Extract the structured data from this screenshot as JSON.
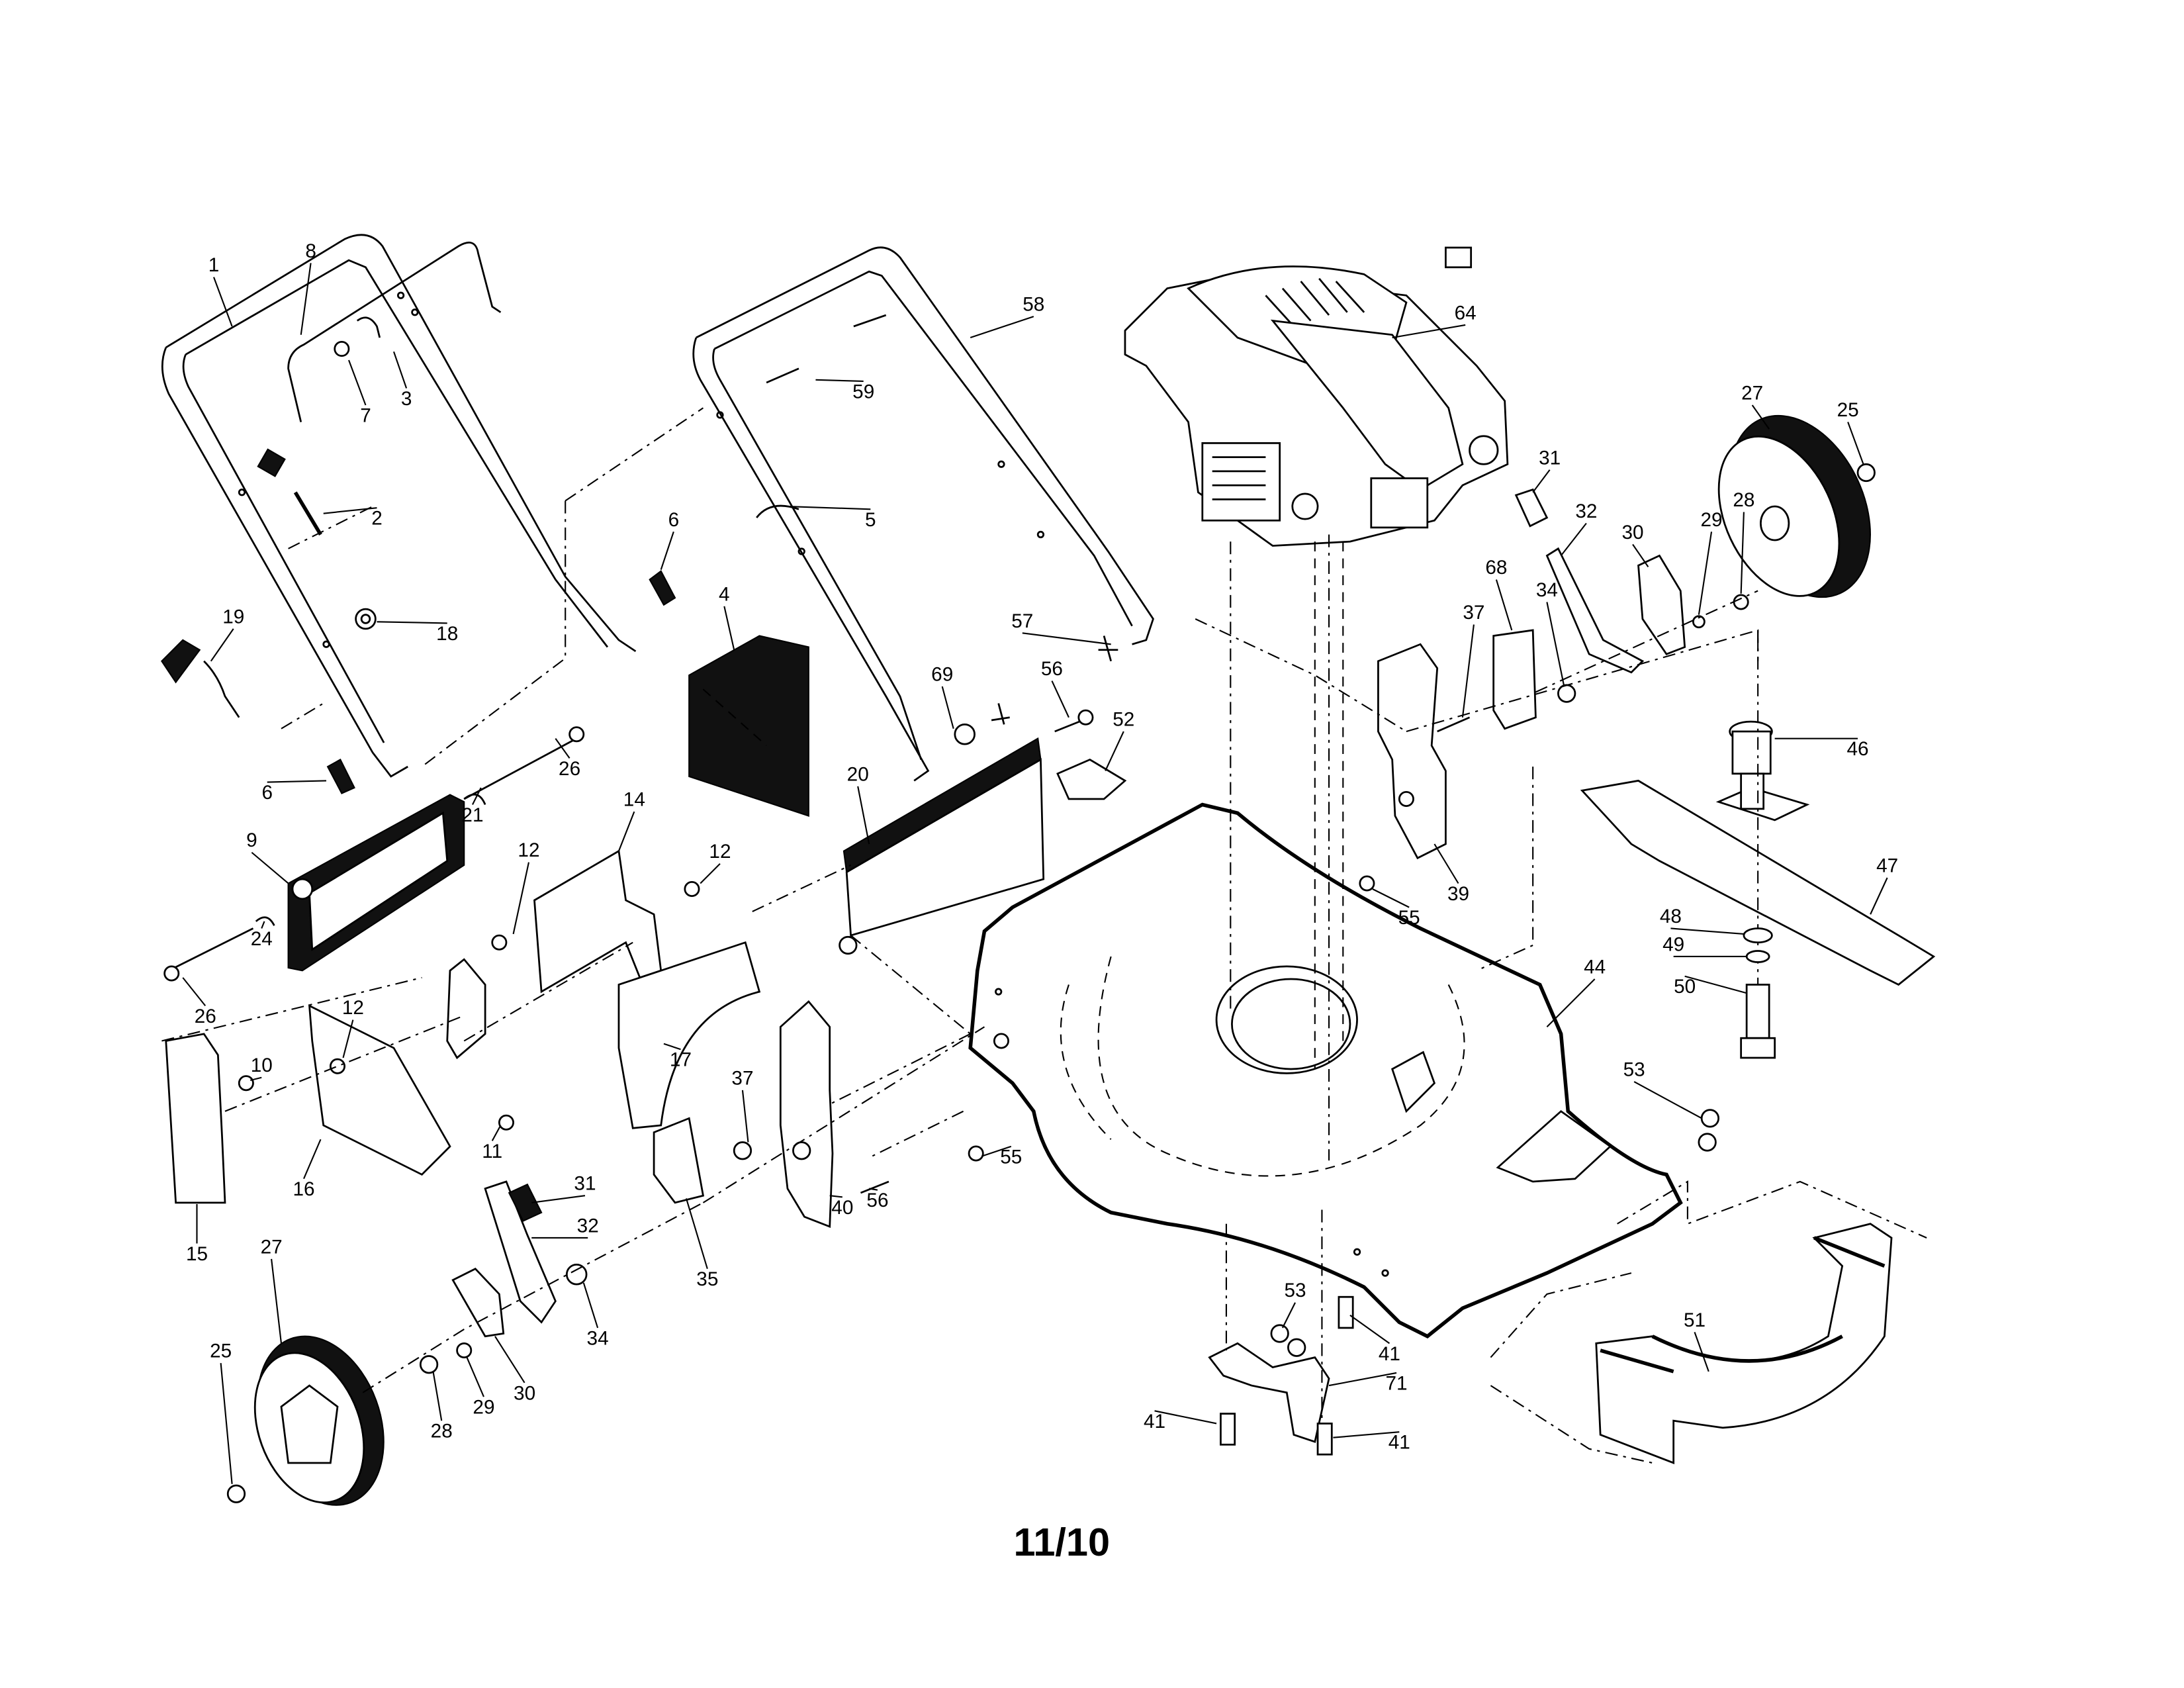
{
  "diagram": {
    "title": "Lawn mower parts exploded view",
    "date_code": "11/10",
    "callouts": [
      {
        "id": "c1",
        "label": "1"
      },
      {
        "id": "c8",
        "label": "8"
      },
      {
        "id": "c7",
        "label": "7"
      },
      {
        "id": "c3",
        "label": "3"
      },
      {
        "id": "c2",
        "label": "2"
      },
      {
        "id": "c18",
        "label": "18"
      },
      {
        "id": "c19",
        "label": "19"
      },
      {
        "id": "c6a",
        "label": "6"
      },
      {
        "id": "c6b",
        "label": "6"
      },
      {
        "id": "c4",
        "label": "4"
      },
      {
        "id": "c5",
        "label": "5"
      },
      {
        "id": "c58",
        "label": "58"
      },
      {
        "id": "c59",
        "label": "59"
      },
      {
        "id": "c57",
        "label": "57"
      },
      {
        "id": "c69",
        "label": "69"
      },
      {
        "id": "c56a",
        "label": "56"
      },
      {
        "id": "c52",
        "label": "52"
      },
      {
        "id": "c20",
        "label": "20"
      },
      {
        "id": "c64",
        "label": "64"
      },
      {
        "id": "c31a",
        "label": "31"
      },
      {
        "id": "c32a",
        "label": "32"
      },
      {
        "id": "c30a",
        "label": "30"
      },
      {
        "id": "c29a",
        "label": "29"
      },
      {
        "id": "c28a",
        "label": "28"
      },
      {
        "id": "c27a",
        "label": "27"
      },
      {
        "id": "c25a",
        "label": "25"
      },
      {
        "id": "c68",
        "label": "68"
      },
      {
        "id": "c37a",
        "label": "37"
      },
      {
        "id": "c34a",
        "label": "34"
      },
      {
        "id": "c39",
        "label": "39"
      },
      {
        "id": "c55a",
        "label": "55"
      },
      {
        "id": "c46",
        "label": "46"
      },
      {
        "id": "c47",
        "label": "47"
      },
      {
        "id": "c48",
        "label": "48"
      },
      {
        "id": "c49",
        "label": "49"
      },
      {
        "id": "c50",
        "label": "50"
      },
      {
        "id": "c44",
        "label": "44"
      },
      {
        "id": "c53a",
        "label": "53"
      },
      {
        "id": "c26a",
        "label": "26"
      },
      {
        "id": "c21",
        "label": "21"
      },
      {
        "id": "c9",
        "label": "9"
      },
      {
        "id": "c24",
        "label": "24"
      },
      {
        "id": "c26b",
        "label": "26"
      },
      {
        "id": "c14",
        "label": "14"
      },
      {
        "id": "c12a",
        "label": "12"
      },
      {
        "id": "c12b",
        "label": "12"
      },
      {
        "id": "c12c",
        "label": "12"
      },
      {
        "id": "c10",
        "label": "10"
      },
      {
        "id": "c11",
        "label": "11"
      },
      {
        "id": "c16",
        "label": "16"
      },
      {
        "id": "c15",
        "label": "15"
      },
      {
        "id": "c17",
        "label": "17"
      },
      {
        "id": "c37b",
        "label": "37"
      },
      {
        "id": "c40",
        "label": "40"
      },
      {
        "id": "c56b",
        "label": "56"
      },
      {
        "id": "c55b",
        "label": "55"
      },
      {
        "id": "c31b",
        "label": "31"
      },
      {
        "id": "c32b",
        "label": "32"
      },
      {
        "id": "c35",
        "label": "35"
      },
      {
        "id": "c34b",
        "label": "34"
      },
      {
        "id": "c27b",
        "label": "27"
      },
      {
        "id": "c25b",
        "label": "25"
      },
      {
        "id": "c28b",
        "label": "28"
      },
      {
        "id": "c29b",
        "label": "29"
      },
      {
        "id": "c30b",
        "label": "30"
      },
      {
        "id": "c53b",
        "label": "53"
      },
      {
        "id": "c41a",
        "label": "41"
      },
      {
        "id": "c71",
        "label": "71"
      },
      {
        "id": "c41b",
        "label": "41"
      },
      {
        "id": "c41c",
        "label": "41"
      },
      {
        "id": "c51",
        "label": "51"
      }
    ]
  }
}
